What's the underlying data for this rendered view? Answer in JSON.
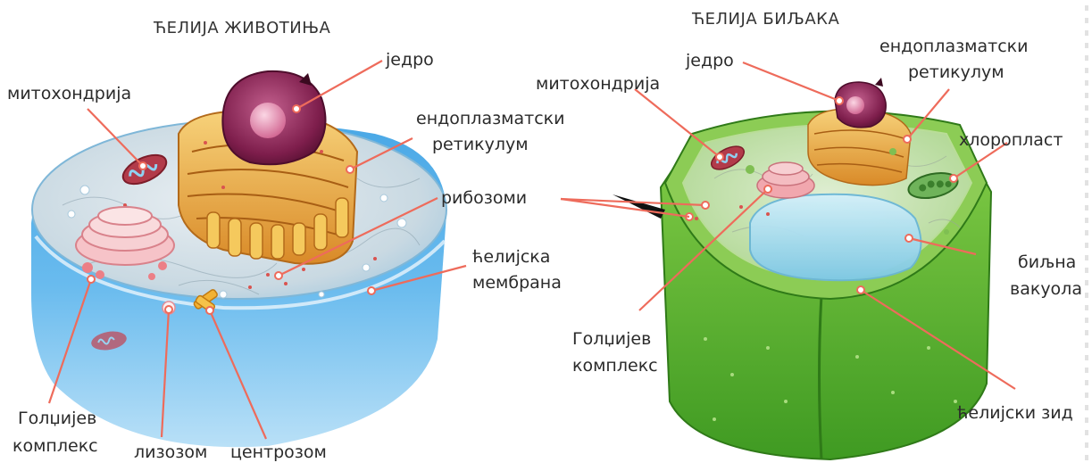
{
  "animal_cell": {
    "title": "ЋЕЛИЈА ЖИВОТИЊА",
    "labels": {
      "nucleus": "једро",
      "mitochondrion": "митохондрија",
      "er_line1": "ендоплазматски",
      "er_line2": "ретикулум",
      "ribosomes": "рибозоми",
      "membrane_line1": "ћелијска",
      "membrane_line2": "мембрана",
      "golgi_line1": "Голџијев",
      "golgi_line2": "комплекс",
      "lysosome": "лизозом",
      "centrosome": "центрозом"
    }
  },
  "plant_cell": {
    "title": "ЋЕЛИЈА БИЉАКА",
    "labels": {
      "nucleus": "једро",
      "mitochondrion": "митохондрија",
      "er_line1": "ендоплазматски",
      "er_line2": "ретикулум",
      "chloroplast": "хлоропласт",
      "vacuole_line1": "биљна",
      "vacuole_line2": "вакуола",
      "golgi_line1": "Голџијев",
      "golgi_line2": "комплекс",
      "cell_wall": "ћелијски зид"
    }
  },
  "colors": {
    "leader_line": "#ee6b5b",
    "animal_cytoplasm": "#cfe2ec",
    "animal_membrane": "#3a9ad9",
    "plant_wall": "#6cbf3a",
    "plant_wall_dark": "#3e8b1e",
    "plant_vacuole": "#9fd8ee",
    "nucleus": "#8e2a5a",
    "er": "#f0b24a",
    "golgi": "#f1a3a8",
    "chloroplast": "#4a9a3a"
  }
}
